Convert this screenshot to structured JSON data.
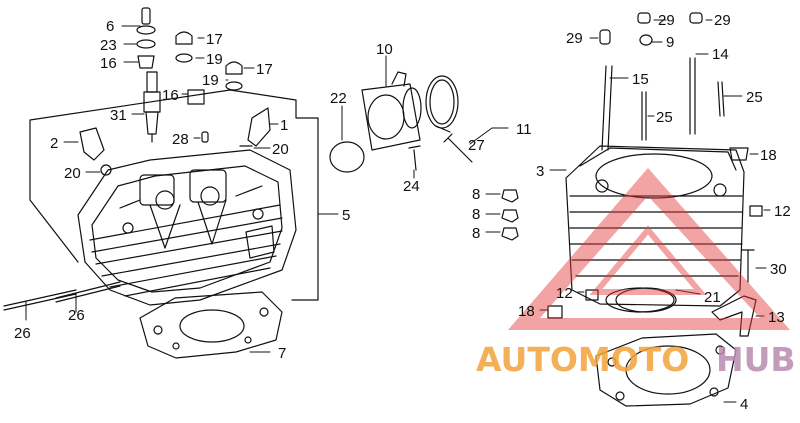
{
  "callouts": [
    {
      "id": "c6",
      "text": "6"
    },
    {
      "id": "c23",
      "text": "23"
    },
    {
      "id": "c16a",
      "text": "16"
    },
    {
      "id": "c17a",
      "text": "17"
    },
    {
      "id": "c19a",
      "text": "19"
    },
    {
      "id": "c17b",
      "text": "17"
    },
    {
      "id": "c19b",
      "text": "19"
    },
    {
      "id": "c16b",
      "text": "16"
    },
    {
      "id": "c31",
      "text": "31"
    },
    {
      "id": "c28",
      "text": "28"
    },
    {
      "id": "c1",
      "text": "1"
    },
    {
      "id": "c2",
      "text": "2"
    },
    {
      "id": "c20a",
      "text": "20"
    },
    {
      "id": "c20b",
      "text": "20"
    },
    {
      "id": "c5",
      "text": "5"
    },
    {
      "id": "c26a",
      "text": "26"
    },
    {
      "id": "c26b",
      "text": "26"
    },
    {
      "id": "c7",
      "text": "7"
    },
    {
      "id": "c10",
      "text": "10"
    },
    {
      "id": "c22",
      "text": "22"
    },
    {
      "id": "c11",
      "text": "11"
    },
    {
      "id": "c27",
      "text": "27"
    },
    {
      "id": "c24",
      "text": "24"
    },
    {
      "id": "c8a",
      "text": "8"
    },
    {
      "id": "c8b",
      "text": "8"
    },
    {
      "id": "c8c",
      "text": "8"
    },
    {
      "id": "c29a",
      "text": "29"
    },
    {
      "id": "c29b",
      "text": "29"
    },
    {
      "id": "c29c",
      "text": "29"
    },
    {
      "id": "c9",
      "text": "9"
    },
    {
      "id": "c14",
      "text": "14"
    },
    {
      "id": "c15",
      "text": "15"
    },
    {
      "id": "c25a",
      "text": "25"
    },
    {
      "id": "c25b",
      "text": "25"
    },
    {
      "id": "c18a",
      "text": "18"
    },
    {
      "id": "c3",
      "text": "3"
    },
    {
      "id": "c12a",
      "text": "12"
    },
    {
      "id": "c30",
      "text": "30"
    },
    {
      "id": "c12b",
      "text": "12"
    },
    {
      "id": "c21",
      "text": "21"
    },
    {
      "id": "c18b",
      "text": "18"
    },
    {
      "id": "c13",
      "text": "13"
    },
    {
      "id": "c4",
      "text": "4"
    }
  ],
  "watermark": {
    "part1": "AUTOMOTO",
    "part2": "HUB",
    "color_primary": "#f2a33a",
    "color_secondary": "#b98bb0",
    "logo_color": "#e23b3b"
  },
  "colors": {
    "line": "#111111",
    "background": "#ffffff"
  }
}
